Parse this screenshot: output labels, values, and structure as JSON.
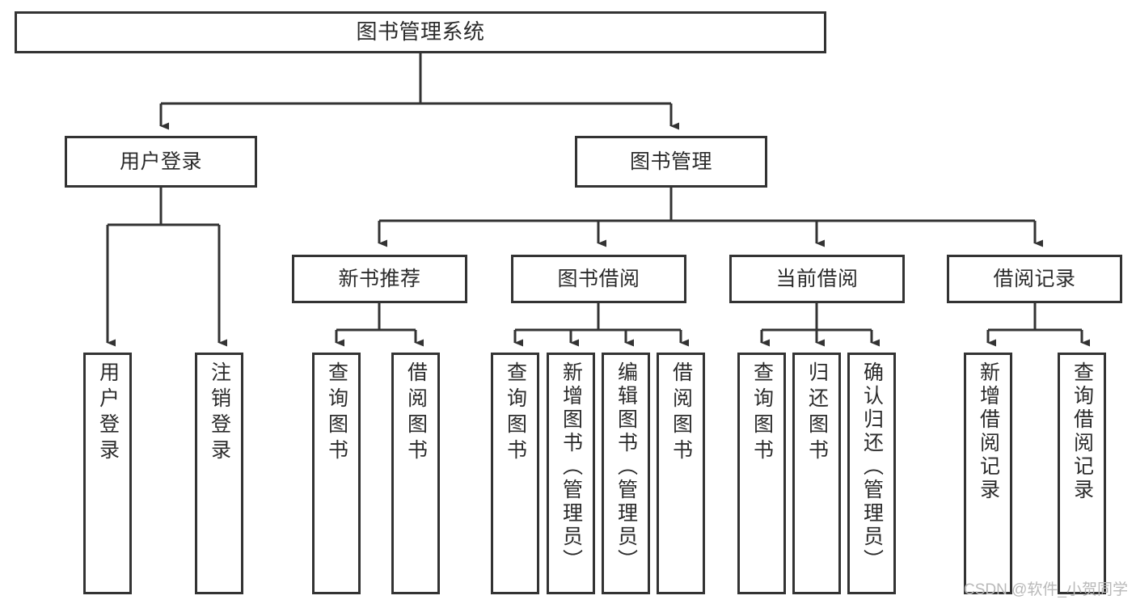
{
  "diagram": {
    "title": "图书管理系统",
    "type": "tree-hierarchy",
    "watermark": "CSDN @软件_小贺同学",
    "colors": {
      "background": "#ffffff",
      "box_border": "#333333",
      "box_fill": "#ffffff",
      "text": "#2b2b2b",
      "edge": "#333333",
      "watermark": "#b9b9b9"
    },
    "root": {
      "label": "图书管理系统",
      "orientation": "horizontal"
    },
    "level2": [
      {
        "label": "用户登录",
        "orientation": "horizontal"
      },
      {
        "label": "图书管理",
        "orientation": "horizontal"
      }
    ],
    "level3": [
      {
        "label": "新书推荐",
        "orientation": "horizontal",
        "parent": "图书管理"
      },
      {
        "label": "图书借阅",
        "orientation": "horizontal",
        "parent": "图书管理"
      },
      {
        "label": "当前借阅",
        "orientation": "horizontal",
        "parent": "图书管理"
      },
      {
        "label": "借阅记录",
        "orientation": "horizontal",
        "parent": "图书管理"
      }
    ],
    "leaves": {
      "用户登录": [
        {
          "label": "用户登录",
          "orientation": "vertical"
        },
        {
          "label": "注销登录",
          "orientation": "vertical"
        }
      ],
      "新书推荐": [
        {
          "label": "查询图书",
          "orientation": "vertical"
        },
        {
          "label": "借阅图书",
          "orientation": "vertical"
        }
      ],
      "图书借阅": [
        {
          "label": "查询图书",
          "orientation": "vertical"
        },
        {
          "label": "新增图书（管理员）",
          "orientation": "vertical"
        },
        {
          "label": "编辑图书（管理员）",
          "orientation": "vertical"
        },
        {
          "label": "借阅图书",
          "orientation": "vertical"
        }
      ],
      "当前借阅": [
        {
          "label": "查询图书",
          "orientation": "vertical"
        },
        {
          "label": "归还图书",
          "orientation": "vertical"
        },
        {
          "label": "确认归还（管理员）",
          "orientation": "vertical"
        }
      ],
      "借阅记录": [
        {
          "label": "新增借阅记录",
          "orientation": "vertical"
        },
        {
          "label": "查询借阅记录",
          "orientation": "vertical"
        }
      ]
    }
  }
}
